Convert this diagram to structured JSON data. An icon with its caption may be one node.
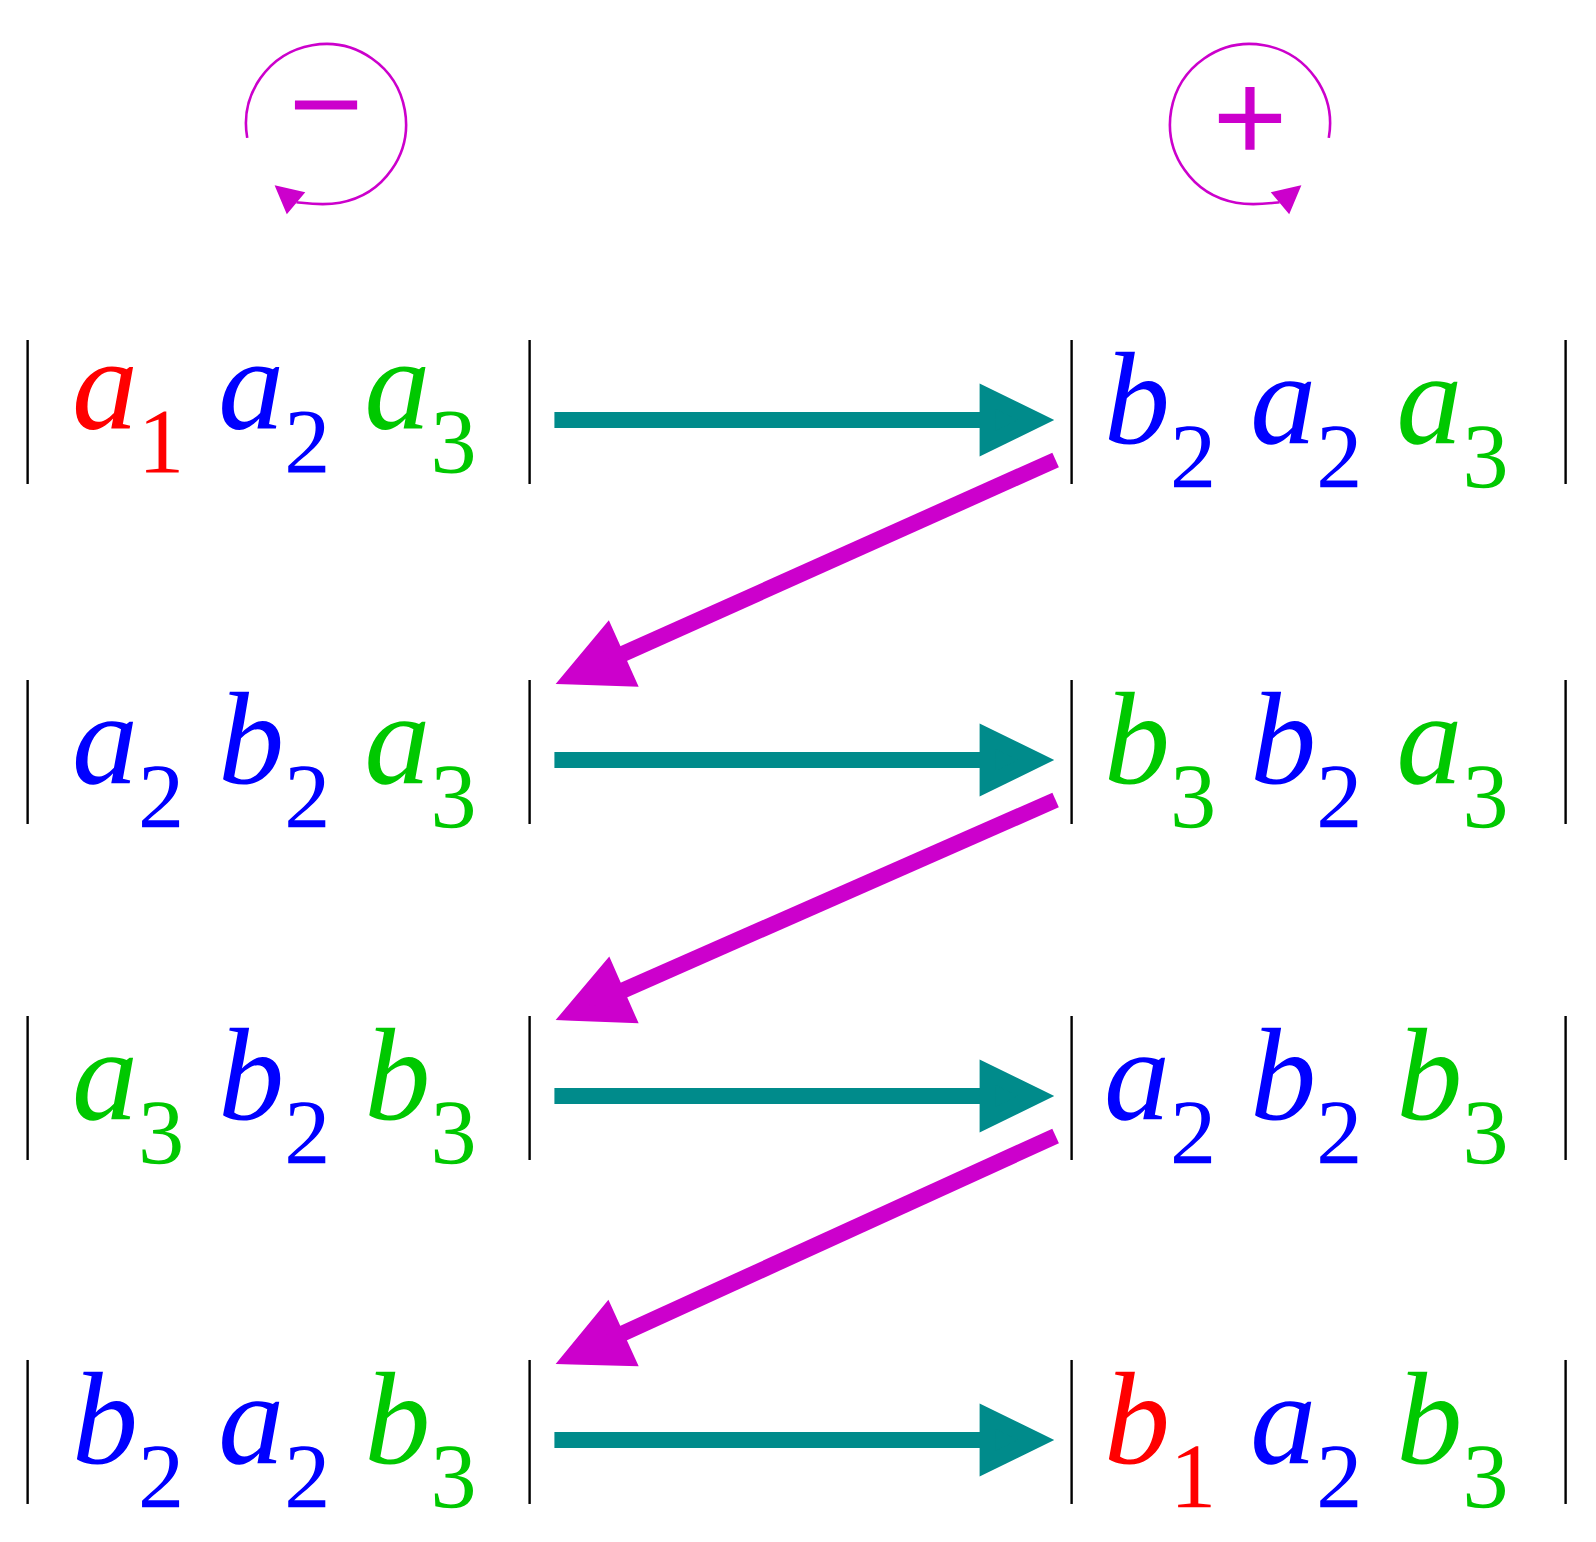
{
  "diagram": {
    "nodes": [
      {
        "text": [
          "−"
        ]
      },
      {
        "text": [
          "+"
        ]
      },
      {
        "text": [
          "*a*$_{1}$",
          "*a*$_{2}$",
          "*a*$_{3}$"
        ]
      },
      {
        "text": [
          "*b*$_{2}$",
          "*a*$_{2}$",
          "*a*$_{3}$"
        ]
      },
      {
        "text": [
          "*a*$_{2}$",
          "*b*$_{2}$",
          "*a*$_{3}$"
        ]
      },
      {
        "text": [
          "*b*$_{3}$",
          "*b*$_{2}$",
          "*a*$_{3}$"
        ]
      },
      {
        "text": [
          "*a*$_{3}$",
          "*b*$_{2}$",
          "*b*$_{3}$"
        ]
      },
      {
        "text": [
          "*a*$_{2}$",
          "*b*$_{2}$",
          "*b*$_{3}$"
        ]
      },
      {
        "text": [
          "*b*$_{2}$",
          "*a*$_{2}$",
          "*b*$_{3}$"
        ]
      },
      {
        "text": [
          "*b*$_{1}$",
          "*a*$_{2}$",
          "*b*$_{3}$"
        ]
      }
    ],
    "edges": [
      {
        "from": 2,
        "to": 3,
        "arrow": "to"
      },
      {
        "from": 3,
        "to": 4,
        "arrow": "to",
        "color": "#cc00cc"
      },
      {
        "from": 4,
        "to": 5,
        "arrow": "to"
      },
      {
        "from": 5,
        "to": 6,
        "arrow": "to",
        "color": "#cc00cc"
      },
      {
        "from": 6,
        "to": 7,
        "arrow": "to"
      },
      {
        "from": 7,
        "to": 8,
        "arrow": "to",
        "color": "#cc00cc"
      },
      {
        "from": 8,
        "to": 9,
        "arrow": "to"
      }
    ]
  }
}
